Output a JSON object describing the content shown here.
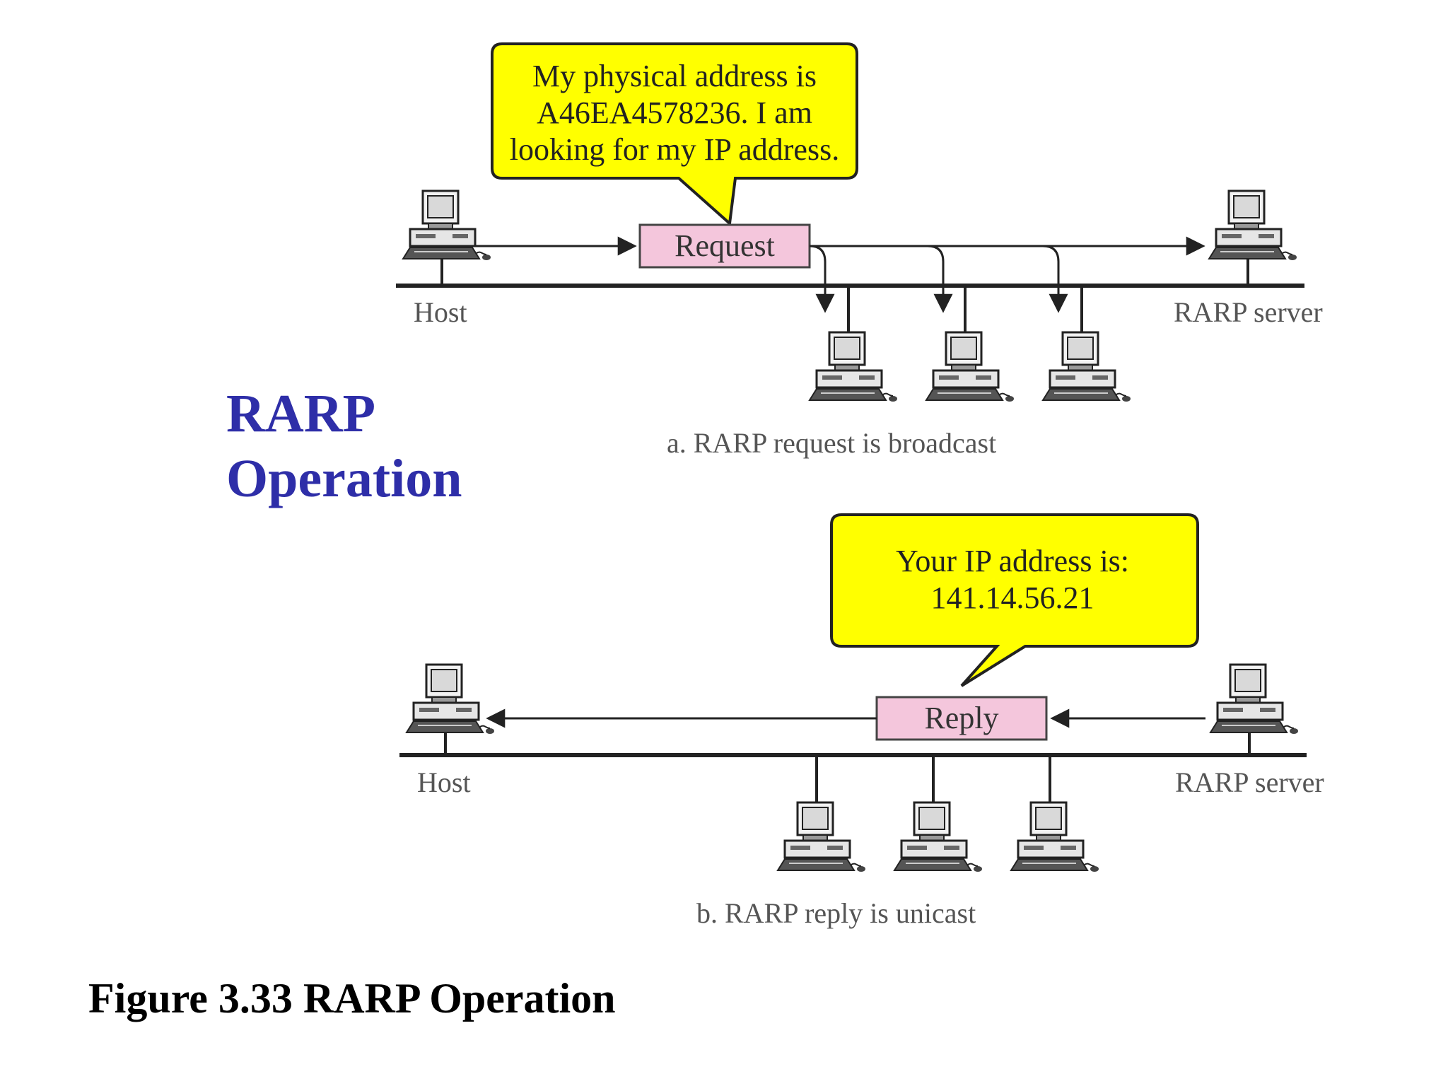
{
  "side_title": {
    "line1": "RARP",
    "line2": "Operation"
  },
  "figure_caption": "Figure 3.33 RARP Operation",
  "panel_a": {
    "bubble_lines": [
      "My physical address is",
      "A46EA4578236.  I am",
      "looking for my IP address."
    ],
    "packet_label": "Request",
    "host_label": "Host",
    "server_label": "RARP server",
    "caption": "a. RARP request is broadcast"
  },
  "panel_b": {
    "bubble_lines": [
      "Your IP address is:",
      "141.14.56.21"
    ],
    "packet_label": "Reply",
    "host_label": "Host",
    "server_label": "RARP server",
    "caption": "b. RARP reply is unicast"
  },
  "colors": {
    "bubble_fill": "#ffff00",
    "packet_fill": "#f4c6dc",
    "title_color": "#2e2ea8",
    "line_color": "#222222"
  },
  "icons": [
    "computer-icon"
  ]
}
